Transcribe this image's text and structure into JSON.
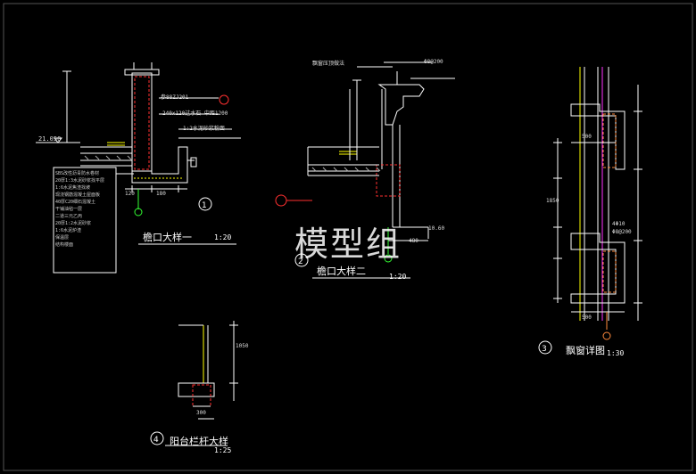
{
  "colors": {
    "background": "#000000",
    "line": "#ffffff",
    "accent_yellow": "#ffff00",
    "accent_red": "#ff3030",
    "accent_magenta": "#ff33ff",
    "accent_green": "#33ff33",
    "accent_orange": "#ff8a3d"
  },
  "watermark": "模型组",
  "details": [
    {
      "id": "d1",
      "number": "1",
      "title": "檐口大样一",
      "scale": "1:20"
    },
    {
      "id": "d2",
      "number": "2",
      "title": "檐口大样二",
      "scale": "1:20"
    },
    {
      "id": "d3",
      "number": "3",
      "title": "飘窗详图",
      "scale": "1:30"
    },
    {
      "id": "d4",
      "number": "4",
      "title": "阳台栏杆大样",
      "scale": "1:25"
    }
  ],
  "annotations": {
    "d1_elev": "21.050",
    "d1_ref": "参88ZJ201",
    "d1_cap": "240x120过水石 中距1200",
    "d1_mortar": "1:2水泥砂浆粉面",
    "d1_dim_bottom": "180",
    "d1_dim_left": "120",
    "d2_note": "飘窗压顶做法",
    "d2_bar": "Φ8@200",
    "d2_dim_a": "10.60",
    "d2_dim_b": "480",
    "d3_dim_500_top": "500",
    "d3_dim_500_bot": "500",
    "d3_dim_1850": "1850",
    "d3_dim_4a10": "4Φ10",
    "d3_bar": "Φ8@200",
    "d4_dim": "1050",
    "d4_dim_b": "300"
  },
  "notes_d1": [
    "SBS改性沥青防水卷材",
    "20厚1:3水泥砂浆找平层",
    "1:6水泥焦渣找坡",
    "现浇钢筋混凝土屋面板",
    "40厚C20细石混凝土",
    "干铺油毡一层",
    "二道三元乙丙",
    "20厚1:2水泥砂浆",
    "1:6水泥炉渣",
    "保温层",
    "结构楼面"
  ]
}
